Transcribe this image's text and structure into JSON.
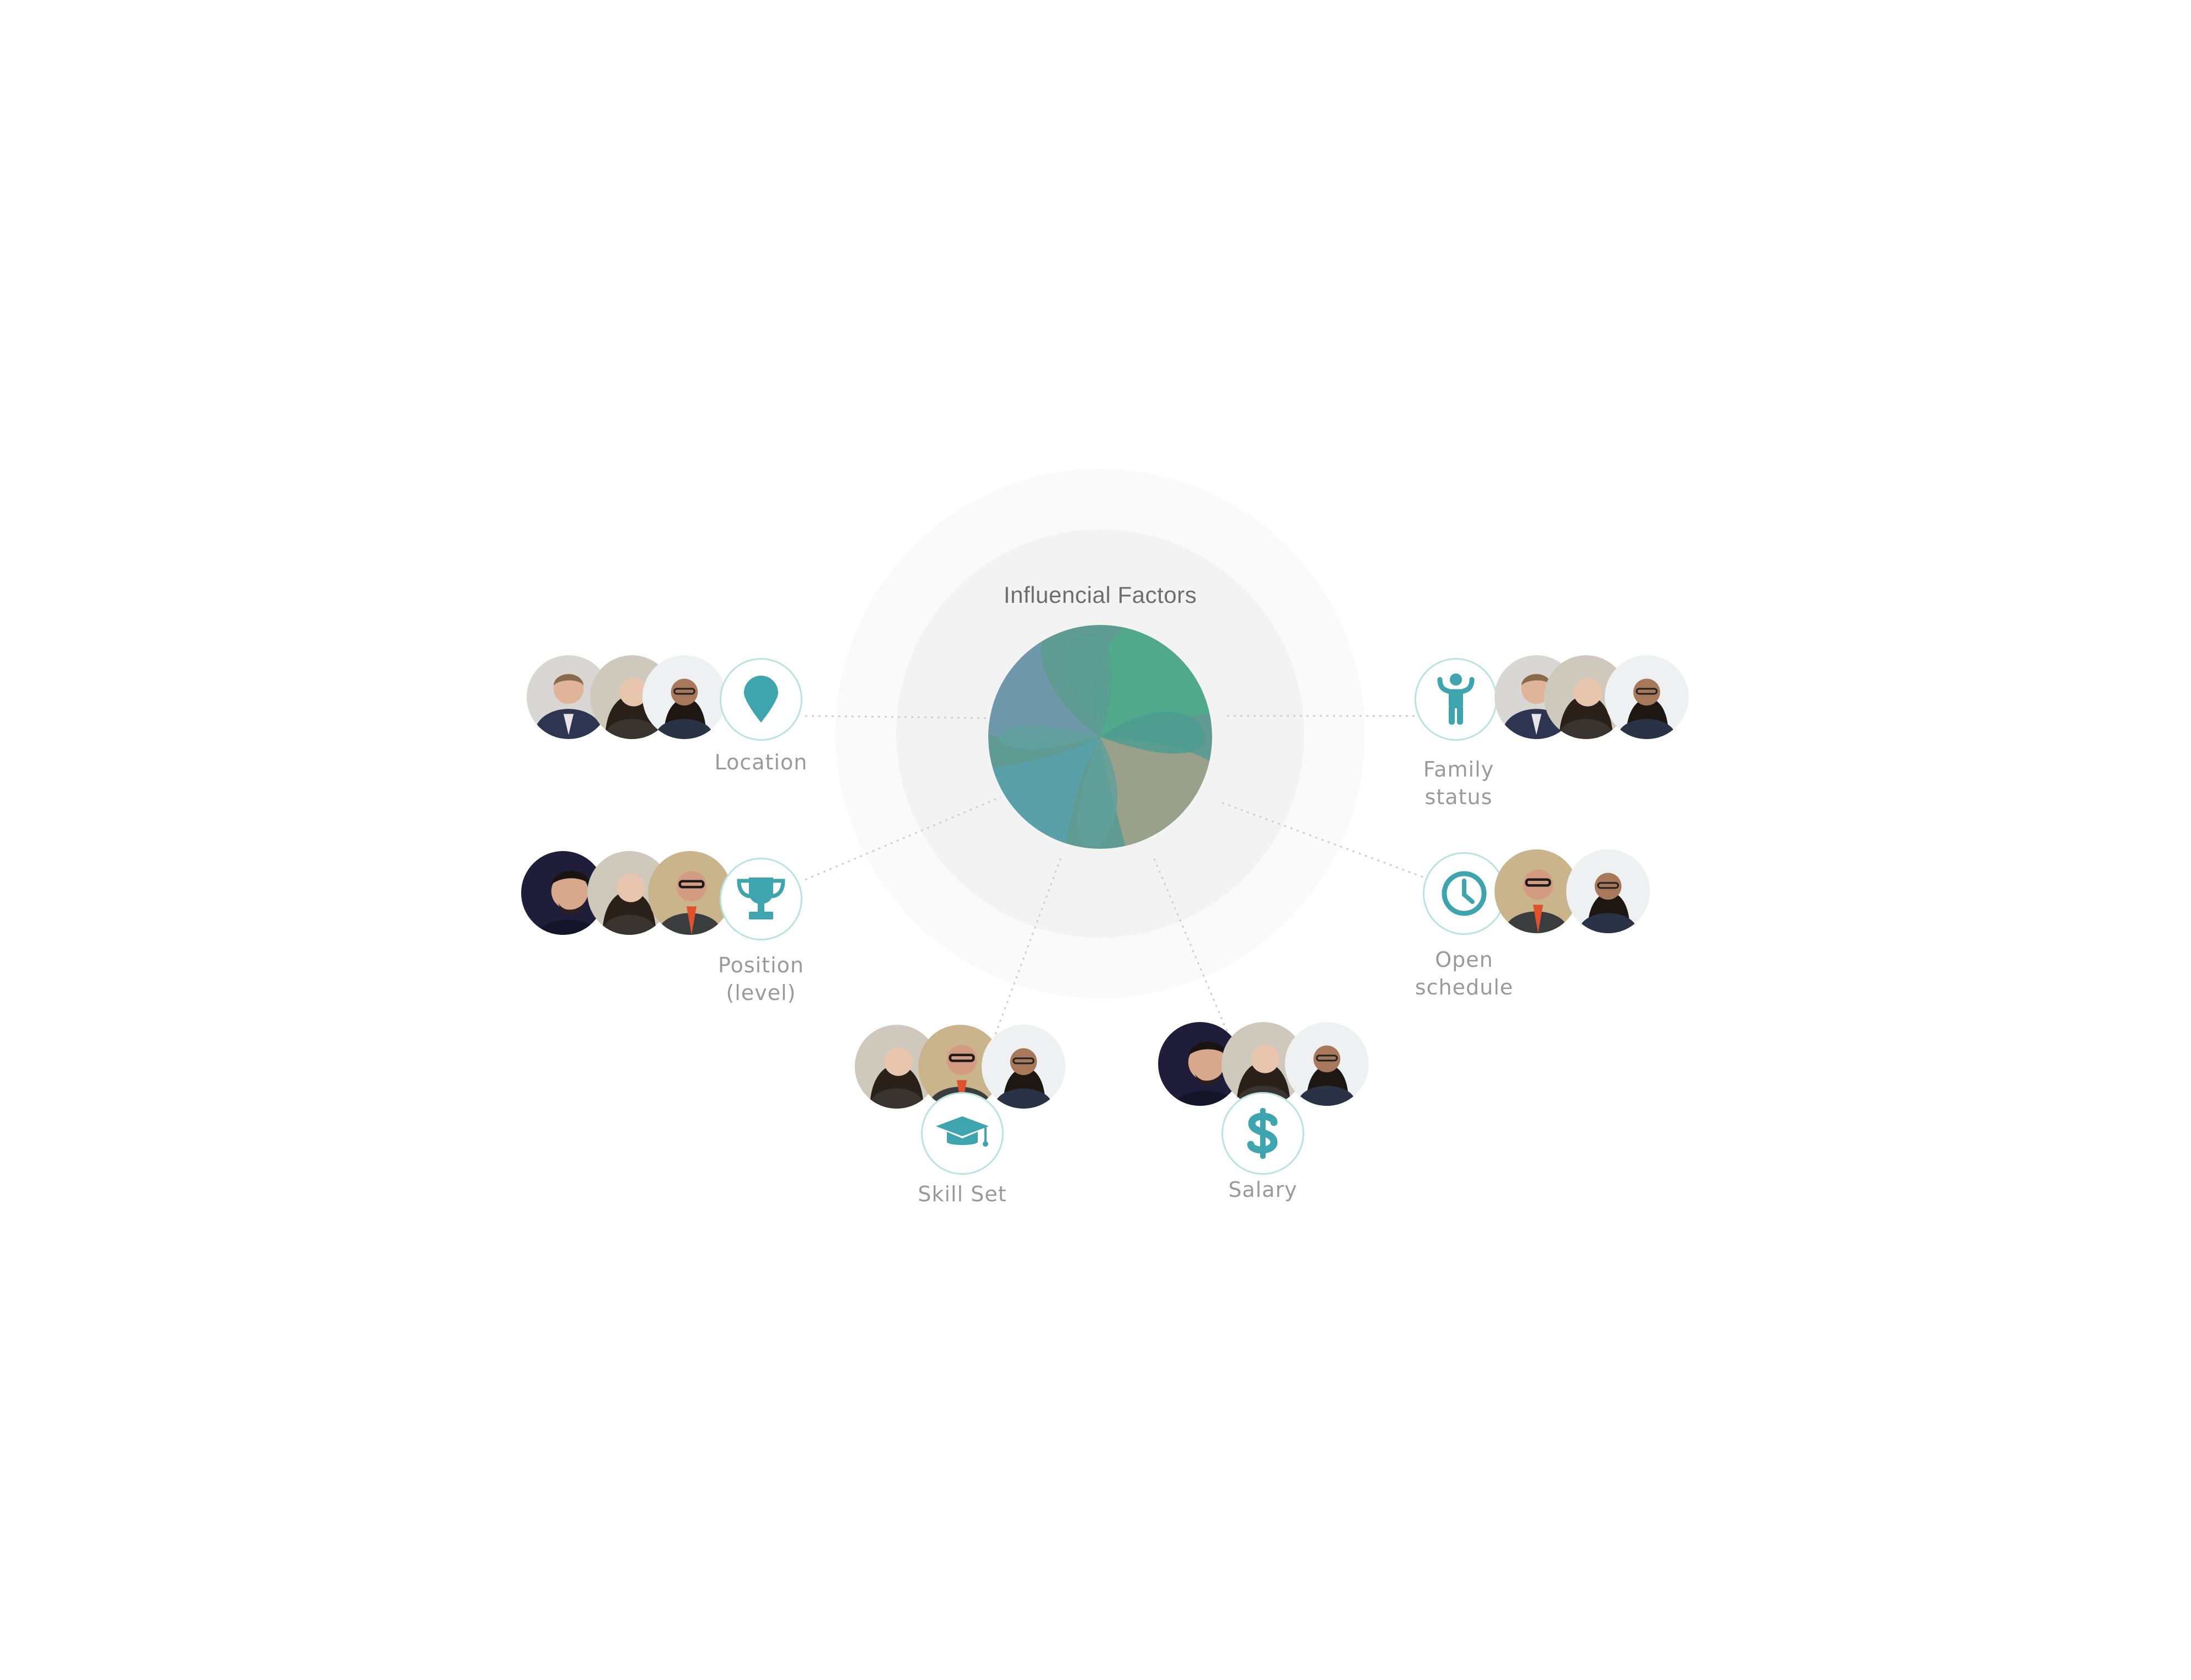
{
  "title": "Influencial Factors",
  "colors": {
    "accent": "#3ea4ad",
    "node_border": "#b9e2e3",
    "label": "#9a9a9a",
    "link": "#cfcfcf"
  },
  "factors": [
    {
      "id": "location",
      "label_lines": [
        "Location"
      ],
      "icon": "map-pin-icon"
    },
    {
      "id": "position",
      "label_lines": [
        "Position",
        "(level)"
      ],
      "icon": "trophy-icon"
    },
    {
      "id": "skill-set",
      "label_lines": [
        "Skill Set"
      ],
      "icon": "graduation-cap-icon"
    },
    {
      "id": "salary",
      "label_lines": [
        "Salary"
      ],
      "icon": "dollar-icon"
    },
    {
      "id": "open-schedule",
      "label_lines": [
        "Open",
        "schedule"
      ],
      "icon": "clock-icon"
    },
    {
      "id": "family-status",
      "label_lines": [
        "Family",
        "status"
      ],
      "icon": "child-icon"
    }
  ]
}
